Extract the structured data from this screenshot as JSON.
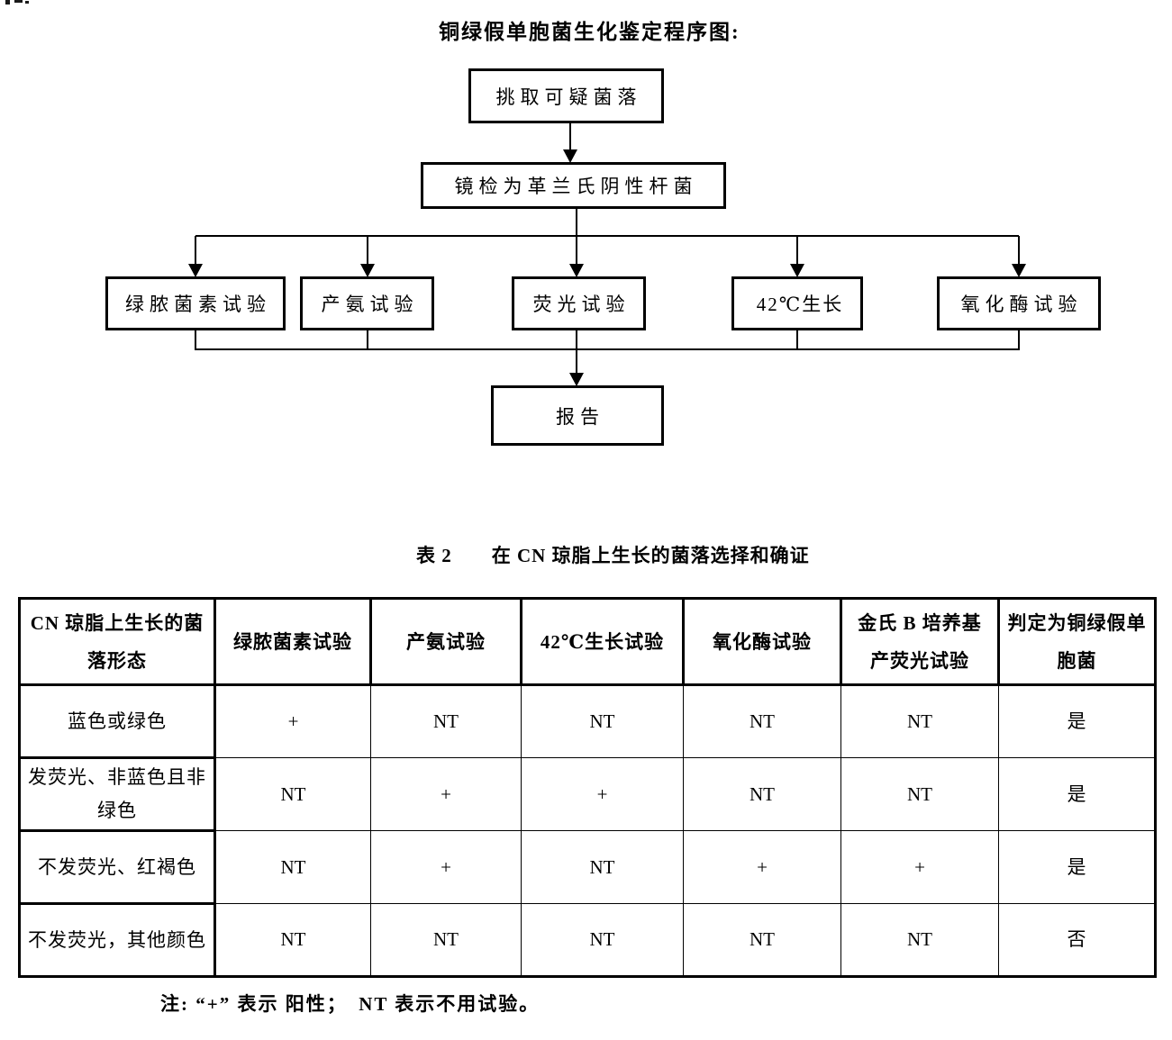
{
  "document": {
    "title": "铜绿假单胞菌生化鉴定程序图:",
    "note": "注: “+” 表示 阳性；　NT 表示不用试验。"
  },
  "flowchart": {
    "nodes": {
      "pick": "挑取可疑菌落",
      "microscopy": "镜检为革兰氏阴性杆菌",
      "pyocyanin": "绿脓菌素试验",
      "ammonia": "产氨试验",
      "fluorescence": "荧光试验",
      "growth_42c": "42℃生长",
      "oxidase": "氧化酶试验",
      "report": "报告"
    }
  },
  "table": {
    "caption": "表 2　　在 CN 琼脂上生长的菌落选择和确证",
    "headers": [
      "CN 琼脂上生长的菌落形态",
      "绿脓菌素试验",
      "产氨试验",
      "42℃生长试验",
      "氧化酶试验",
      "金氏 B 培养基产荧光试验",
      "判定为铜绿假单胞菌"
    ],
    "rows": [
      {
        "label": "蓝色或绿色",
        "values": [
          "+",
          "NT",
          "NT",
          "NT",
          "NT",
          "是"
        ]
      },
      {
        "label": "发荧光、非蓝色且非绿色",
        "values": [
          "NT",
          "+",
          "+",
          "NT",
          "NT",
          "是"
        ]
      },
      {
        "label": "不发荧光、红褐色",
        "values": [
          "NT",
          "+",
          "NT",
          "+",
          "+",
          "是"
        ]
      },
      {
        "label": "不发荧光，其他颜色",
        "values": [
          "NT",
          "NT",
          "NT",
          "NT",
          "NT",
          "否"
        ]
      }
    ]
  },
  "colors": {
    "ink": "#000000",
    "paper": "#ffffff"
  }
}
